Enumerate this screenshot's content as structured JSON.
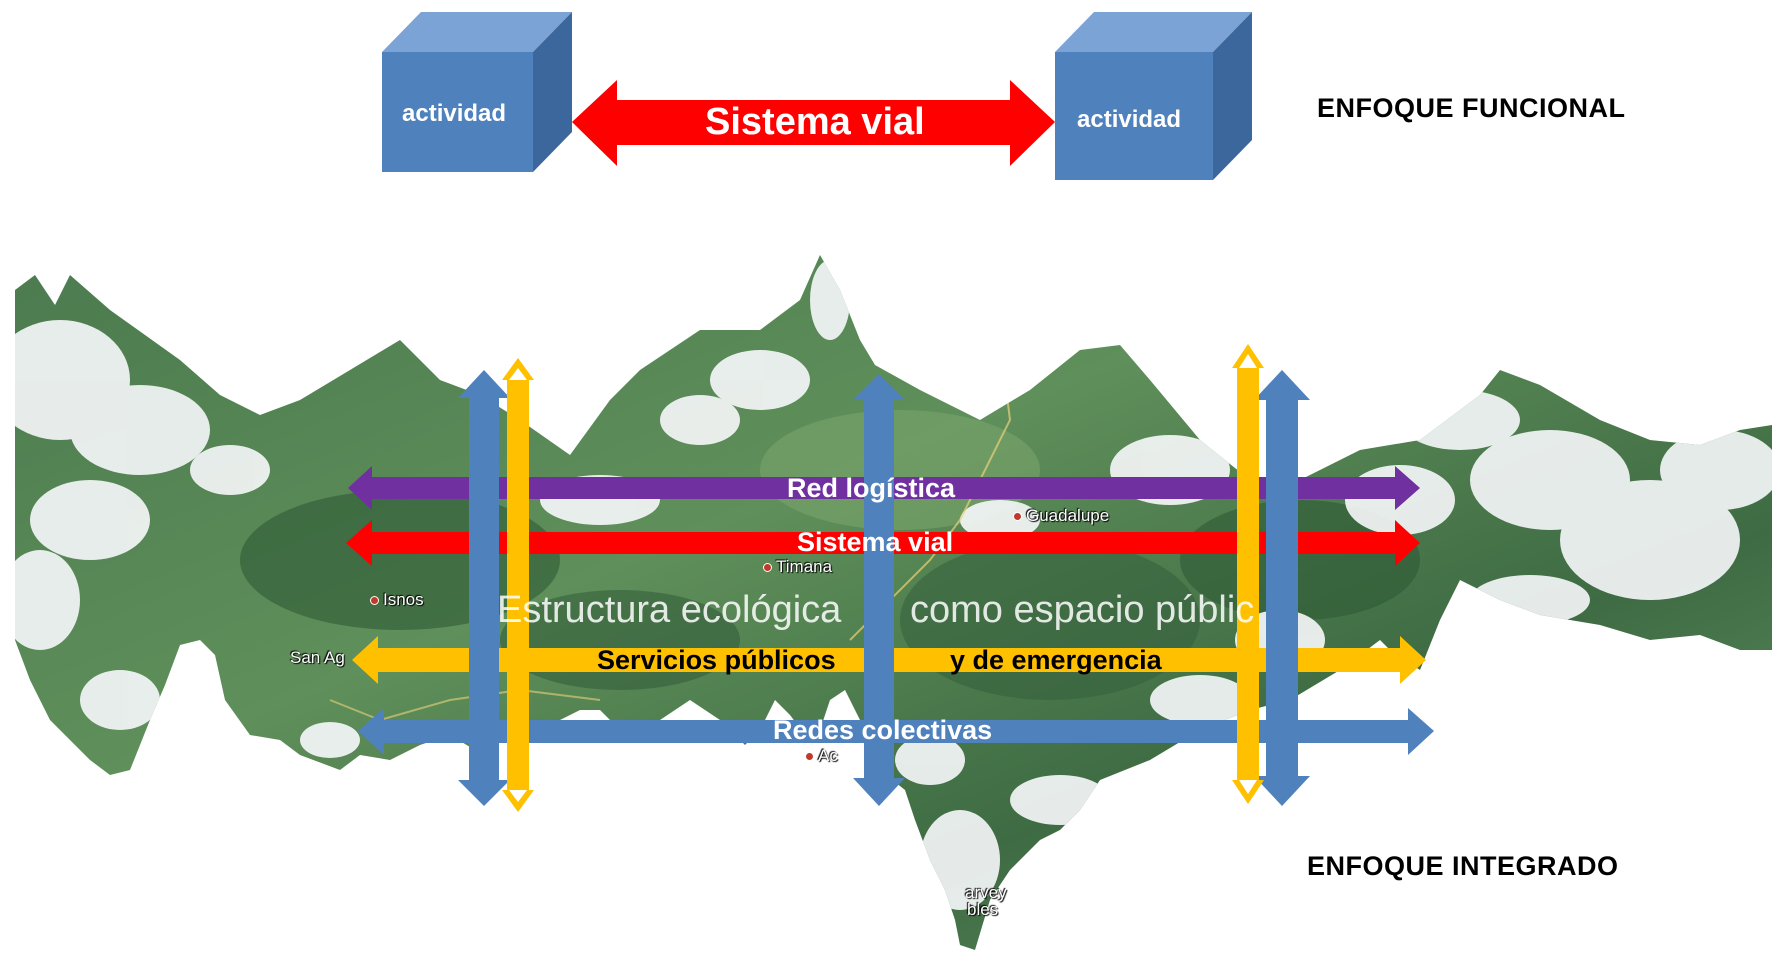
{
  "top": {
    "activity_left": "actividad",
    "activity_right": "actividad",
    "road_label": "Sistema vial",
    "title": "ENFOQUE FUNCIONAL"
  },
  "bottom": {
    "title": "ENFOQUE  INTEGRADO",
    "overlay_text_left": "Estructura ecológica",
    "overlay_text_right": "como espacio públic",
    "arrows": {
      "logistics": "Red  logística",
      "roads": "Sistema vial",
      "services_left": "Servicios públicos",
      "services_right": "y de emergencia",
      "networks": "Redes  colectivas"
    },
    "places": {
      "guadalupe": "Guadalupe",
      "timana": "Timana",
      "isnos": "Isnos",
      "san_agustin": "San Ag",
      "acevedo": "Ac",
      "suaza": "arvey",
      "suaza2": "bles"
    }
  },
  "colors": {
    "box_front": "#4f81bd",
    "box_top": "#7ba3d6",
    "box_side": "#3b679c",
    "red": "#ff0000",
    "purple": "#7030a0",
    "yellow": "#ffc000",
    "blue": "#4f81bd"
  }
}
